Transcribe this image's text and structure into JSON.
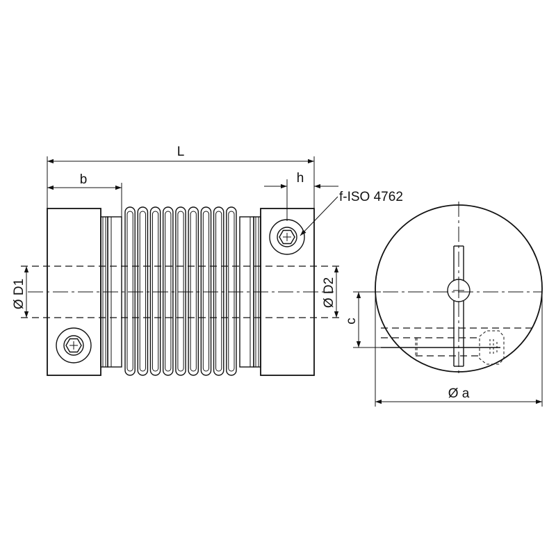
{
  "labels": {
    "length": "L",
    "hub_length": "b",
    "screw_offset": "h",
    "screw_spec": "f-ISO 4762",
    "bore_1": "Ø D1",
    "bore_2": "Ø D2",
    "screw_distance": "c",
    "outer_diameter": "Ø a"
  },
  "bellows": {
    "convolutions": 9
  }
}
